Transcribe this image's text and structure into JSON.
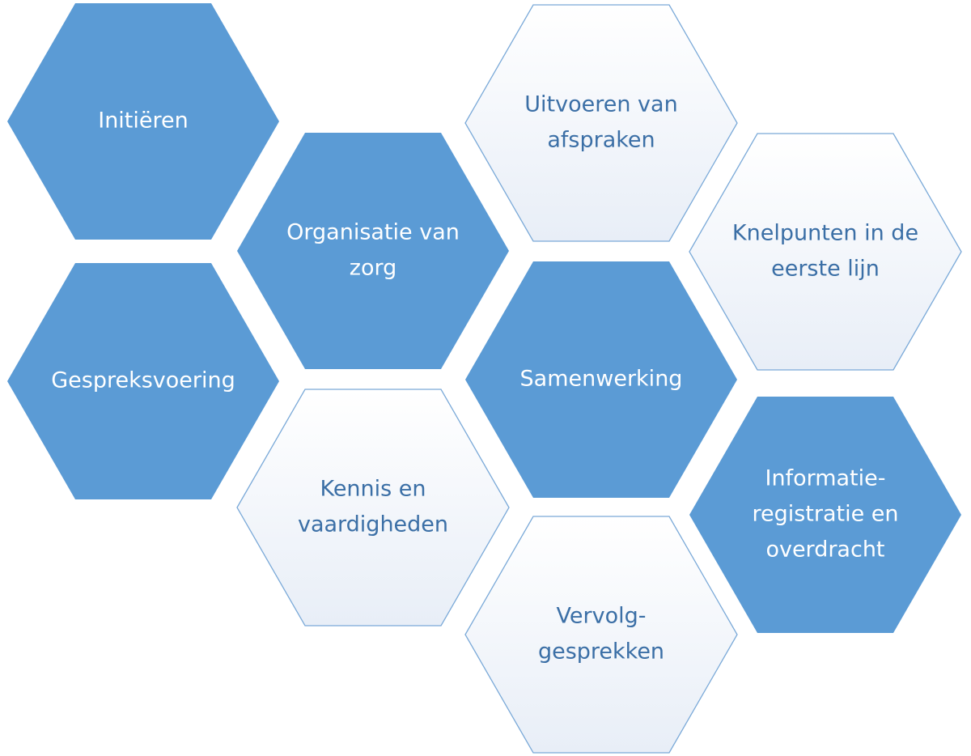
{
  "colors": {
    "filled_hex": "#5b9bd5",
    "outline_stroke": "#7aa9d8",
    "outline_gradient_top": "#ffffff",
    "outline_gradient_bottom": "#e8eef7",
    "outline_text": "#3b6fa6",
    "filled_text": "#ffffff"
  },
  "hexagons": [
    {
      "id": "initieren",
      "style": "filled",
      "lines": [
        "Initiëren"
      ]
    },
    {
      "id": "gespreksvoering",
      "style": "filled",
      "lines": [
        "Gespreksvoering"
      ]
    },
    {
      "id": "organisatie-van-zorg",
      "style": "filled",
      "lines": [
        "Organisatie van",
        "zorg"
      ]
    },
    {
      "id": "kennis-en-vaardigheden",
      "style": "outline",
      "lines": [
        "Kennis en",
        "vaardigheden"
      ]
    },
    {
      "id": "uitvoeren-van-afspraken",
      "style": "outline",
      "lines": [
        "Uitvoeren van",
        "afspraken"
      ]
    },
    {
      "id": "samenwerking",
      "style": "filled",
      "lines": [
        "Samenwerking"
      ]
    },
    {
      "id": "vervolggesprekken",
      "style": "outline",
      "lines": [
        "Vervolg-",
        "gesprekken"
      ]
    },
    {
      "id": "knelpunten-in-de-eerste-lijn",
      "style": "outline",
      "lines": [
        "Knelpunten in de",
        "eerste lijn"
      ]
    },
    {
      "id": "informatieregistratie-en-overdracht",
      "style": "filled",
      "lines": [
        "Informatie-",
        "registratie en",
        "overdracht"
      ]
    }
  ]
}
